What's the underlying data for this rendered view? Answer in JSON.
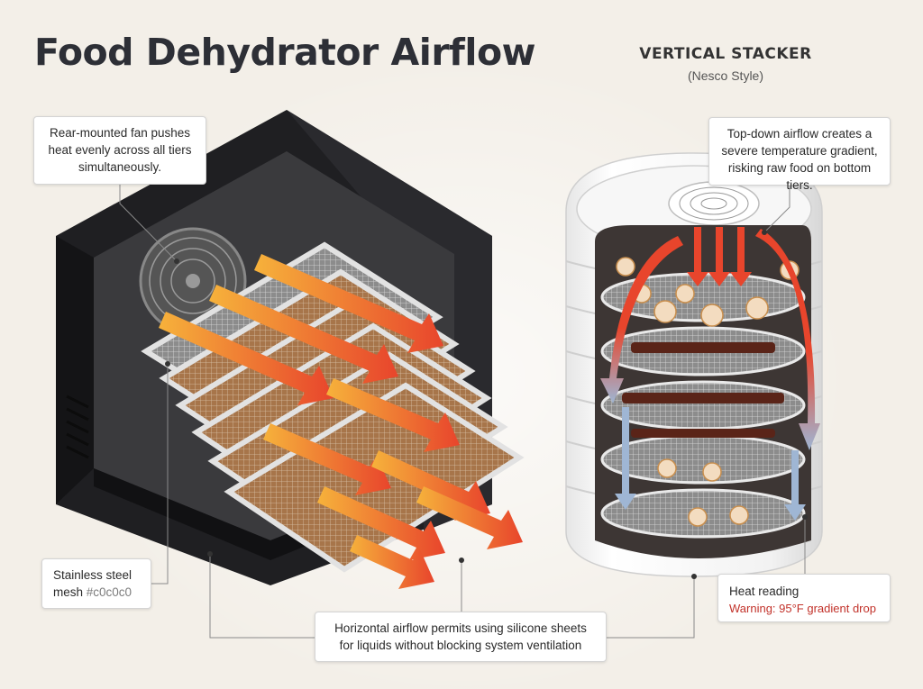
{
  "title": "Food Dehydrator Airflow",
  "vertical": {
    "heading": "VERTICAL STACKER",
    "subheading": "(Nesco Style)"
  },
  "callouts": {
    "fan": "Rear-mounted fan pushes heat evenly across all tiers simultaneously.",
    "gradient": "Top-down airflow creates a severe temperature gradient, risking raw food on bottom tiers.",
    "mesh_label": "Stainless steel mesh",
    "mesh_color": "#c0c0c0",
    "airflow": "Horizontal airflow permits using silicone sheets for liquids without blocking system ventilation",
    "heat_label": "Heat reading",
    "heat_warning": "Warning: 95°F gradient drop"
  },
  "colors": {
    "hot_arrow": "#e8452c",
    "warm_arrow": "#f2a23a",
    "cool_arrow": "#9fb6d4",
    "warning_text": "#c2322a",
    "cabinet": "#1d1d1f"
  }
}
